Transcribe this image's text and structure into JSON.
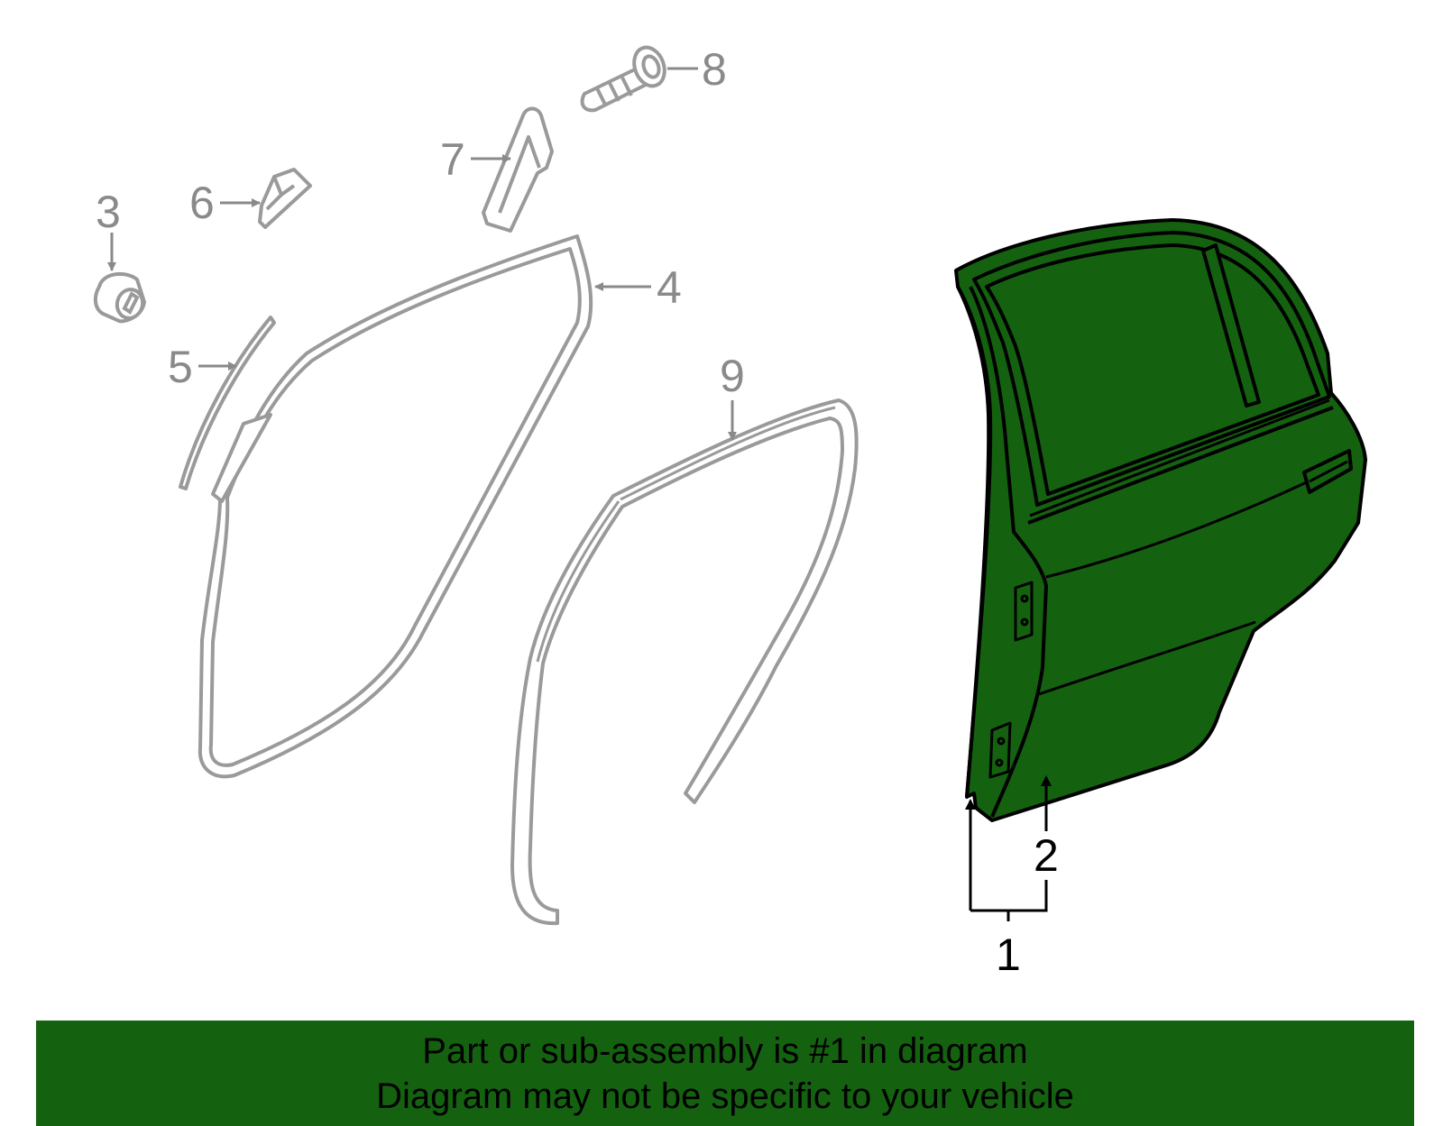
{
  "diagram": {
    "callouts": {
      "c1": "1",
      "c2": "2",
      "c3": "3",
      "c4": "4",
      "c5": "5",
      "c6": "6",
      "c7": "7",
      "c8": "8",
      "c9": "9"
    },
    "colors": {
      "highlight": "#146210",
      "parts_outline": "#9a9a9a",
      "callout_grey": "#8a8a8a",
      "callout_black": "#000000"
    }
  },
  "banner": {
    "line1": "Part or sub-assembly is #1 in diagram",
    "line2": "Diagram may not be specific to your vehicle"
  }
}
